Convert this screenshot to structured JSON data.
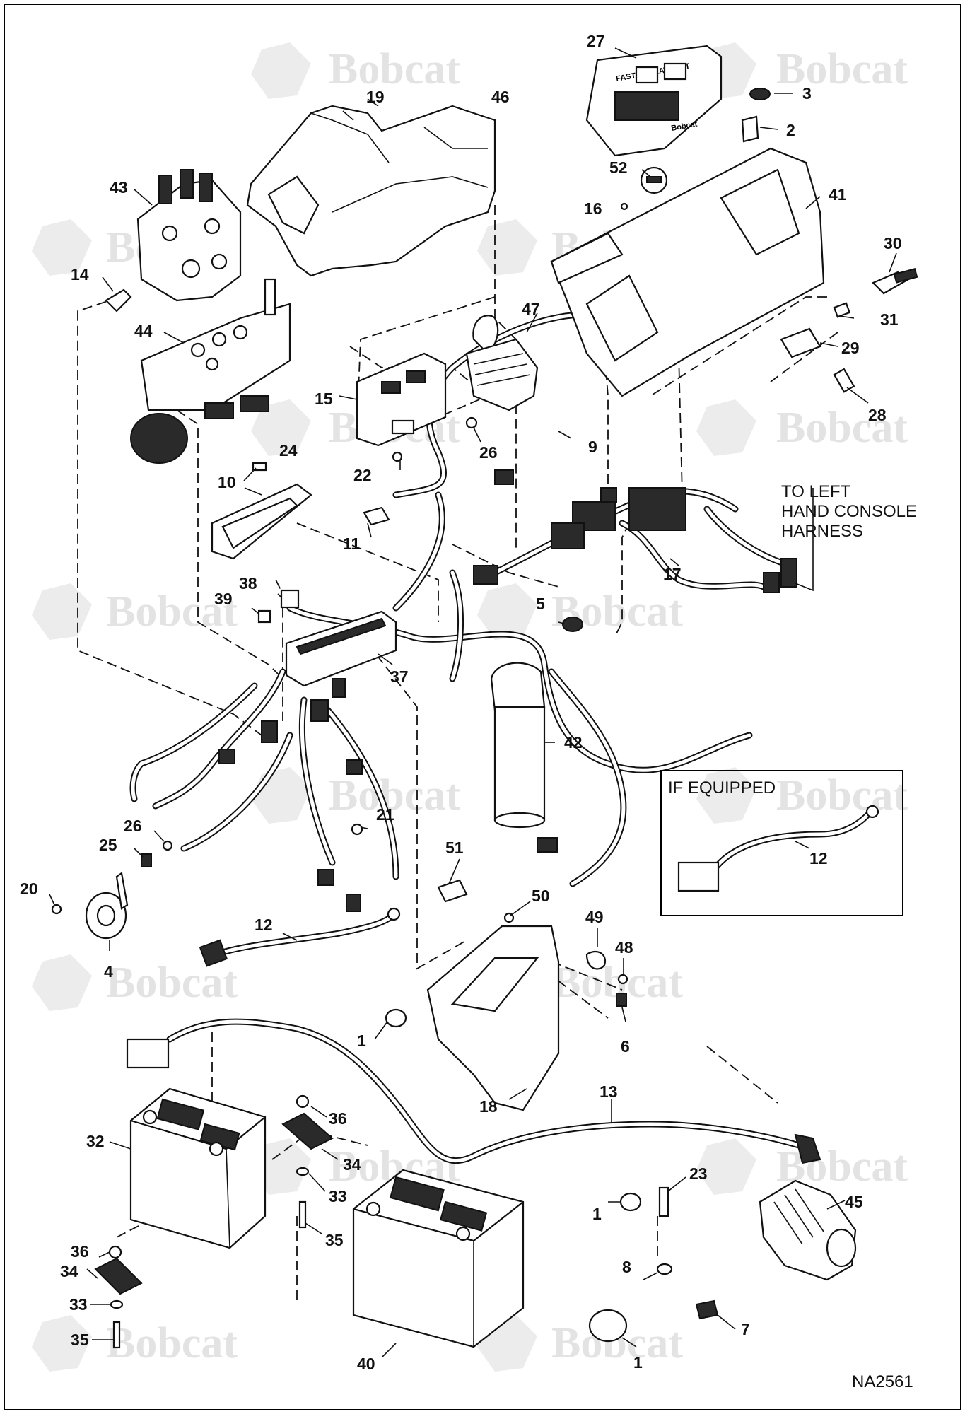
{
  "watermark_text": "Bobcat",
  "drawing_number": "NA2561",
  "note_to_left_console": [
    "TO LEFT",
    "HAND CONSOLE",
    "HARNESS"
  ],
  "inset_title": "IF EQUIPPED",
  "inset_callout": "12",
  "panel_label": "FASTEN SEAT BELT",
  "panel_brand": "Bobcat",
  "callouts": [
    "1",
    "1",
    "1",
    "2",
    "3",
    "4",
    "5",
    "6",
    "7",
    "8",
    "9",
    "10",
    "11",
    "12",
    "13",
    "14",
    "15",
    "16",
    "17",
    "18",
    "19",
    "20",
    "21",
    "22",
    "23",
    "24",
    "25",
    "26",
    "26",
    "27",
    "28",
    "29",
    "30",
    "31",
    "32",
    "33",
    "33",
    "34",
    "34",
    "35",
    "35",
    "36",
    "36",
    "37",
    "38",
    "39",
    "40",
    "41",
    "42",
    "43",
    "44",
    "45",
    "46",
    "47",
    "48",
    "49",
    "50",
    "51",
    "52"
  ]
}
